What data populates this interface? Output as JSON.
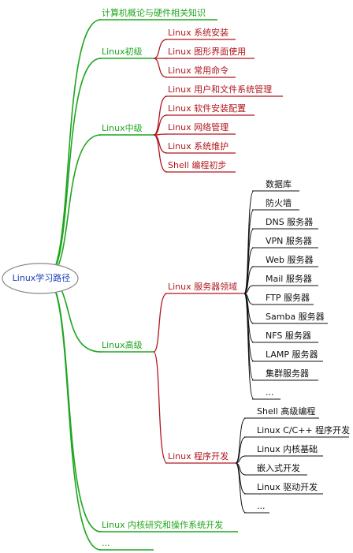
{
  "root": {
    "label": "Linux学习路径"
  },
  "branches": [
    {
      "label": "计算机概论与硬件相关知识",
      "children": []
    },
    {
      "label": "Linux初级",
      "children": [
        {
          "label": "Linux 系统安装",
          "children": []
        },
        {
          "label": "Linux 图形界面使用",
          "children": []
        },
        {
          "label": "Linux 常用命令",
          "children": []
        }
      ]
    },
    {
      "label": "Linux中级",
      "children": [
        {
          "label": "Linux 用户和文件系统管理",
          "children": []
        },
        {
          "label": "Linux 软件安装配置",
          "children": []
        },
        {
          "label": "Linux 网络管理",
          "children": []
        },
        {
          "label": "Linux 系统维护",
          "children": []
        },
        {
          "label": "Shell 编程初步",
          "children": []
        }
      ]
    },
    {
      "label": "Linux高级",
      "children": [
        {
          "label": "Linux 服务器领域",
          "children": [
            {
              "label": "数据库"
            },
            {
              "label": "防火墙"
            },
            {
              "label": "DNS 服务器"
            },
            {
              "label": "VPN 服务器"
            },
            {
              "label": "Web 服务器"
            },
            {
              "label": "Mail 服务器"
            },
            {
              "label": "FTP 服务器"
            },
            {
              "label": "Samba 服务器"
            },
            {
              "label": "NFS 服务器"
            },
            {
              "label": "LAMP 服务器"
            },
            {
              "label": "集群服务器"
            },
            {
              "label": "..."
            }
          ]
        },
        {
          "label": "Linux 程序开发",
          "children": [
            {
              "label": "Shell 高级编程"
            },
            {
              "label": "Linux C/C++ 程序开发"
            },
            {
              "label": "Linux 内核基础"
            },
            {
              "label": "嵌入式开发"
            },
            {
              "label": "Linux 驱动开发"
            },
            {
              "label": "..."
            }
          ]
        }
      ]
    },
    {
      "label": "Linux 内核研究和操作系统开发",
      "children": []
    },
    {
      "label": "...",
      "children": []
    }
  ],
  "colors": {
    "level1": "#1fa51f",
    "level2": "#b0171f",
    "level3": "#111111",
    "root_border": "#8a8a8a",
    "root_text": "#1c3fb8"
  }
}
